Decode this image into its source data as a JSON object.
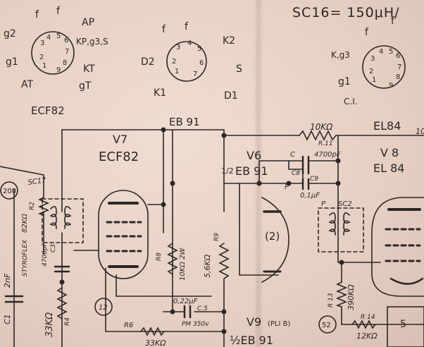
{
  "header": {
    "formula": "SC16= 150μH/"
  },
  "sockets": {
    "ecf82": {
      "caption": "ECF82",
      "pin_numbers": [
        "1",
        "2",
        "3",
        "4",
        "5",
        "6",
        "7",
        "8",
        "9"
      ],
      "labels": {
        "f1": "f",
        "f2": "f",
        "ap": "AP",
        "g2": "g2",
        "kp": "KP,g3,S",
        "g1": "g1",
        "kt": "KT",
        "at": "AT",
        "gt": "gT"
      }
    },
    "eb91": {
      "caption": "EB 91",
      "pin_numbers": [
        "1",
        "2",
        "3",
        "4",
        "5",
        "6",
        "7"
      ],
      "labels": {
        "f1": "f",
        "f2": "f",
        "k2": "K2",
        "d2": "D2",
        "s": "S",
        "k1": "K1",
        "d1": "D1"
      }
    },
    "el84": {
      "caption": "EL84",
      "pin_numbers": [
        "1",
        "2",
        "3",
        "4",
        "5",
        "6",
        "7",
        "8",
        "9"
      ],
      "labels": {
        "f1": "f",
        "f2": "f",
        "kg3": "K,g3",
        "g1": "g1",
        "ci": "C.I."
      }
    }
  },
  "valves": {
    "v7": {
      "ref": "V7",
      "type": "ECF82"
    },
    "v6": {
      "ref": "V6",
      "half": "1/2",
      "type": "EB 91"
    },
    "v8": {
      "ref": "V 8",
      "type": "EL 84"
    },
    "v9": {
      "ref": "V9",
      "note": "(PLI B)",
      "type": "½EB 91"
    }
  },
  "components": {
    "r11": {
      "value": "10KΩ",
      "ref": "R.11"
    },
    "top_right_value": "10",
    "c8": {
      "ref": "C",
      "value": "4700pF",
      "ref2": "C8"
    },
    "c9": {
      "ref": "C9",
      "ref_p": "P",
      "value": "0,1μF"
    },
    "sc17": {
      "ref": "SC17"
    },
    "sc2": {
      "ref": "SC2",
      "ref_p": "P"
    },
    "c1": {
      "ref": "C1",
      "value": "2nF",
      "type": "STYROFLEX"
    },
    "r2": {
      "value": "82KΩ",
      "ref": "R2"
    },
    "c3": {
      "value": "4700pF",
      "ref": "C3"
    },
    "r4": {
      "value": "33KΩ",
      "ref": "R4"
    },
    "r8": {
      "ref": "R8",
      "value": "10KΩ 2W"
    },
    "r9": {
      "value": "5,6KΩ",
      "ref": "R9"
    },
    "c5": {
      "value": "0,22μF",
      "ref": "C.5",
      "rating": "PM 350v"
    },
    "r6": {
      "ref": "R6",
      "value": "33KΩ"
    },
    "r13": {
      "ref": "R 13",
      "value": "390KΩ"
    },
    "r14": {
      "ref": "R 14",
      "value": "12KΩ"
    }
  },
  "markers": {
    "circle_200": "200",
    "circle_12": "12",
    "circle_2": "(2)",
    "circle_52": "52",
    "pin5": "5"
  }
}
